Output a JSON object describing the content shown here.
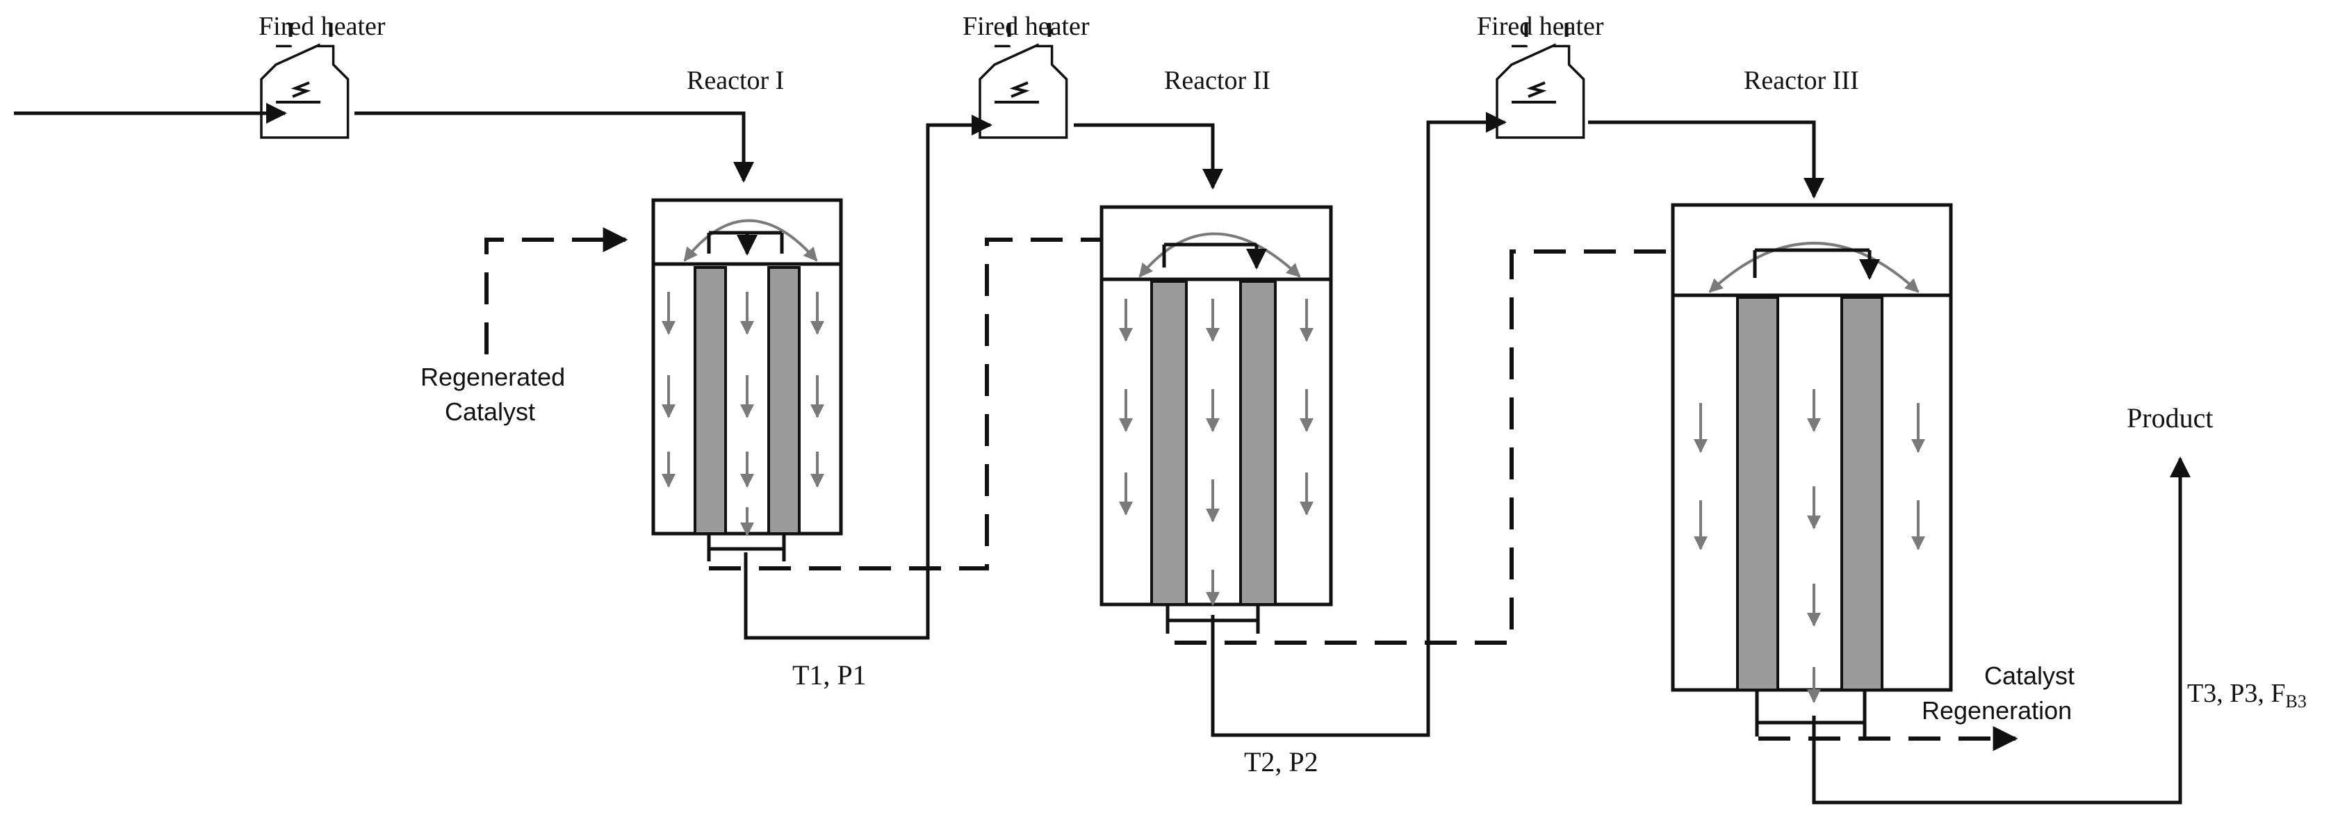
{
  "heaters": [
    {
      "label": "Fired heater"
    },
    {
      "label": "Fired heater"
    },
    {
      "label": "Fired heater"
    }
  ],
  "reactors": [
    {
      "label": "Reactor I"
    },
    {
      "label": "Reactor II"
    },
    {
      "label": "Reactor III"
    }
  ],
  "streams": {
    "t1p1": "T1, P1",
    "t2p2": "T2, P2",
    "t3p3": "T3, P3, F",
    "t3p3_sub": "B3"
  },
  "catalyst": {
    "regenerated_line1": "Regenerated",
    "regenerated_line2": "Catalyst",
    "regeneration_line1": "Catalyst",
    "regeneration_line2": "Regeneration"
  },
  "product": "Product"
}
